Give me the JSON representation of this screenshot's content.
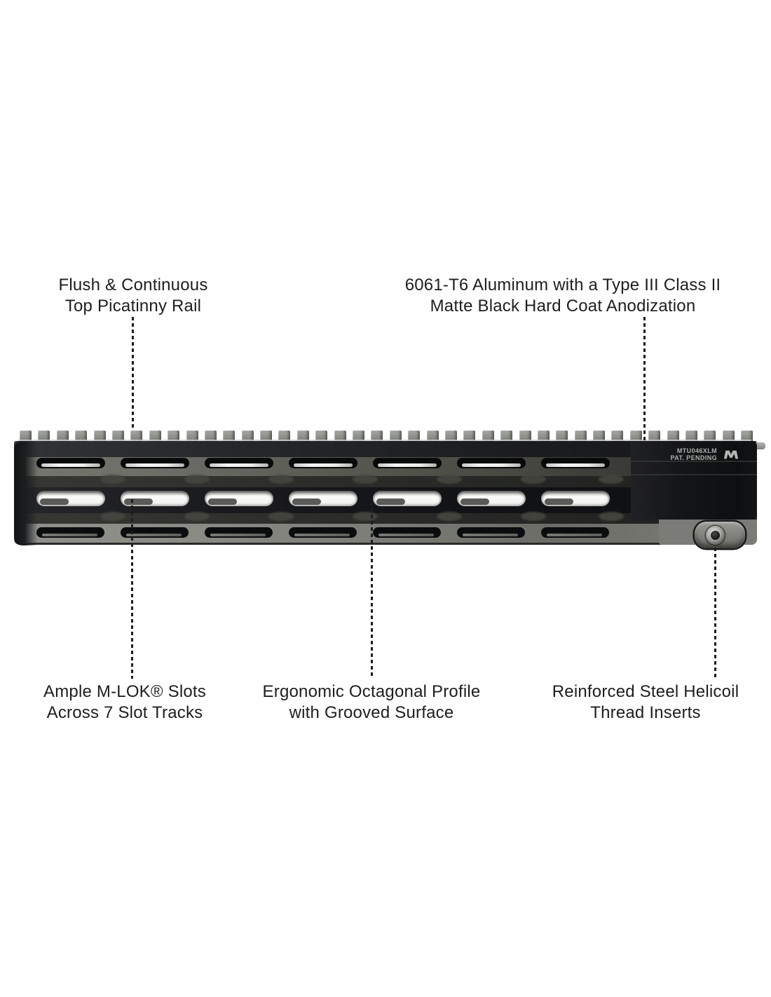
{
  "background_color": "#ffffff",
  "label_text_color": "#1e1e1e",
  "product": {
    "name": "free-float-mlok-handguard",
    "engraving": {
      "model": "MTU046XLM",
      "patent": "PAT. PENDING",
      "logo": "m-lok-logo",
      "text_color": "#aeb0ac"
    },
    "colors": {
      "body_black": "#141517",
      "upper_facet_gray": "#6f716b",
      "lower_facet_gray": "#83847f",
      "rail_teeth_gray": "#8e908b"
    },
    "slot_rows_visible": 3,
    "slots_per_row": 7,
    "picatinny_teeth": 40
  },
  "callouts": [
    {
      "id": "top-picatinny-rail",
      "line1": "Flush & Continuous",
      "line2": "Top Picatinny Rail"
    },
    {
      "id": "anodization",
      "line1": "6061-T6 Aluminum with a Type III Class II",
      "line2": "Matte Black Hard Coat Anodization"
    },
    {
      "id": "mlok-slots",
      "line1": "Ample M-LOK® Slots",
      "line2": "Across 7 Slot Tracks"
    },
    {
      "id": "octagonal-profile",
      "line1": "Ergonomic Octagonal Profile",
      "line2": "with Grooved Surface"
    },
    {
      "id": "helicoil-inserts",
      "line1": "Reinforced Steel Helicoil",
      "line2": "Thread Inserts"
    }
  ]
}
